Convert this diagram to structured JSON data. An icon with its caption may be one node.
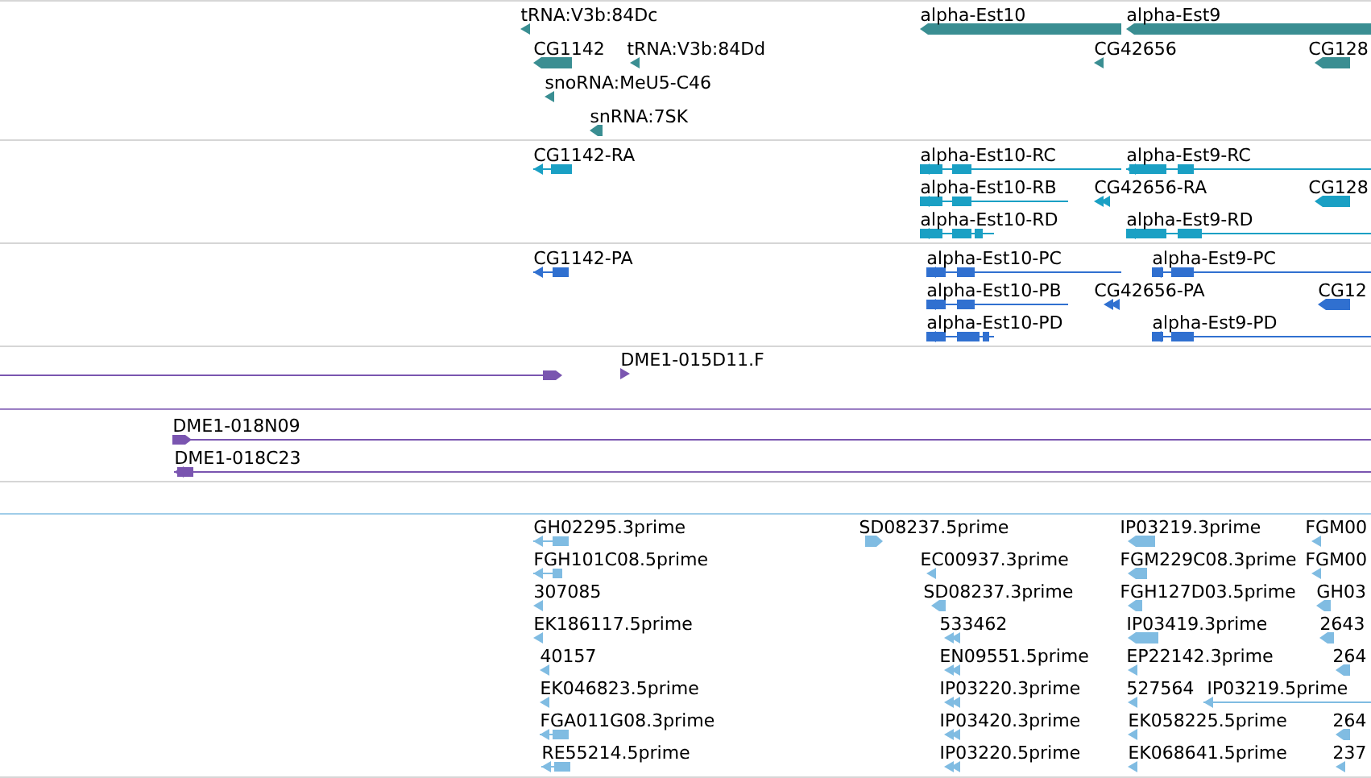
{
  "diagram": {
    "labels": [
      "tRNA:V3b:84Dc",
      "alpha-Est10",
      "alpha-Est9",
      "CG1142",
      "tRNA:V3b:84Dd",
      "CG42656",
      "CG128",
      "snoRNA:MeU5-C46",
      "snRNA:7SK",
      "CG1142-RA",
      "alpha-Est10-RC",
      "alpha-Est9-RC",
      "alpha-Est10-RB",
      "CG42656-RA",
      "CG128",
      "alpha-Est10-RD",
      "alpha-Est9-RD",
      "CG1142-PA",
      "alpha-Est10-PC",
      "alpha-Est9-PC",
      "alpha-Est10-PB",
      "CG42656-PA",
      "CG12",
      "alpha-Est10-PD",
      "alpha-Est9-PD",
      "DME1-015D11.F",
      "DME1-018N09",
      "DME1-018C23",
      "GH02295.3prime",
      "SD08237.5prime",
      "IP03219.3prime",
      "FGM00",
      "FGH101C08.5prime",
      "EC00937.3prime",
      "FGM229C08.3prime",
      "FGM00",
      "307085",
      "SD08237.3prime",
      "FGH127D03.5prime",
      "GH03",
      "EK186117.5prime",
      "533462",
      "IP03419.3prime",
      "2643",
      "40157",
      "EN09551.5prime",
      "EP22142.3prime",
      "264",
      "EK046823.5prime",
      "IP03220.3prime",
      "527564",
      "IP03219.5prime",
      "FGA011G08.3prime",
      "IP03420.3prime",
      "EK058225.5prime",
      "264",
      "RE55214.5prime",
      "IP03220.5prime",
      "EK068641.5prime",
      "237"
    ]
  }
}
